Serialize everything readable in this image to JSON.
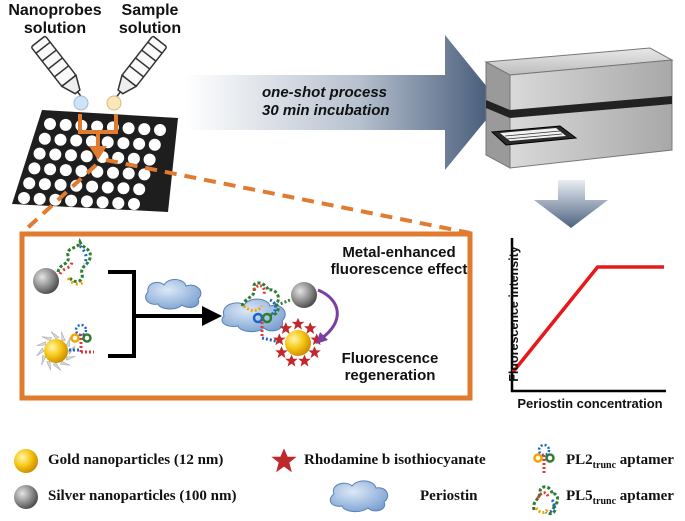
{
  "labels": {
    "nanoprobes": [
      "Nanoprobes",
      "solution"
    ],
    "sample": [
      "Sample",
      "solution"
    ],
    "process": [
      "one-shot process",
      "30 min incubation"
    ],
    "mef": [
      "Metal-enhanced",
      "fluorescence effect"
    ],
    "regen": [
      "Fluorescence",
      "regeneration"
    ]
  },
  "chart": {
    "ylabel": "Fluorescence intensity",
    "xlabel": "Periostin concentration"
  },
  "chart_data": {
    "type": "line",
    "title": "",
    "xlabel": "Periostin concentration",
    "ylabel": "Fluorescence intensity",
    "series": [
      {
        "x": [
          0,
          0.56,
          1.0
        ],
        "y": [
          0.12,
          0.82,
          0.82
        ]
      }
    ],
    "grid": false
  },
  "legend": {
    "gold": "Gold nanoparticles (12 nm)",
    "rhodamine": "Rhodamine b isothiocyanate",
    "pl2_prefix": "PL2",
    "pl2_sub": "trunc",
    "pl2_suffix": " aptamer",
    "silver": "Silver nanoparticles (100 nm)",
    "periostin": "Periostin",
    "pl5_prefix": "PL5",
    "pl5_sub": "trunc",
    "pl5_suffix": " aptamer"
  },
  "colors": {
    "orange": "#e07b2f",
    "gold": "#f5c518",
    "silver": "#8c8c8c",
    "red_star": "#c0282d",
    "periostin": "#8fb3dd",
    "arrow": "#7f8fa6",
    "line": "#e81818"
  }
}
